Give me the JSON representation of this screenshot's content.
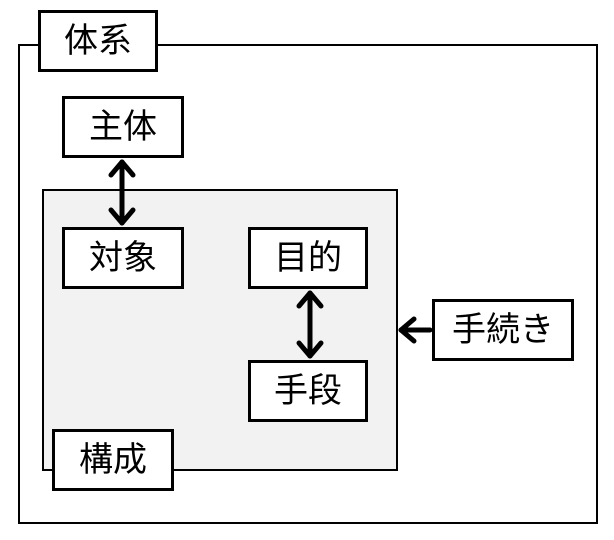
{
  "diagram": {
    "system_label": "体系",
    "subject_label": "主体",
    "object_label": "対象",
    "purpose_label": "目的",
    "means_label": "手段",
    "procedure_label": "手続き",
    "composition_label": "構成"
  },
  "colors": {
    "line": "#000000",
    "inner_fill": "#f2f2f2",
    "box_fill": "#ffffff"
  }
}
